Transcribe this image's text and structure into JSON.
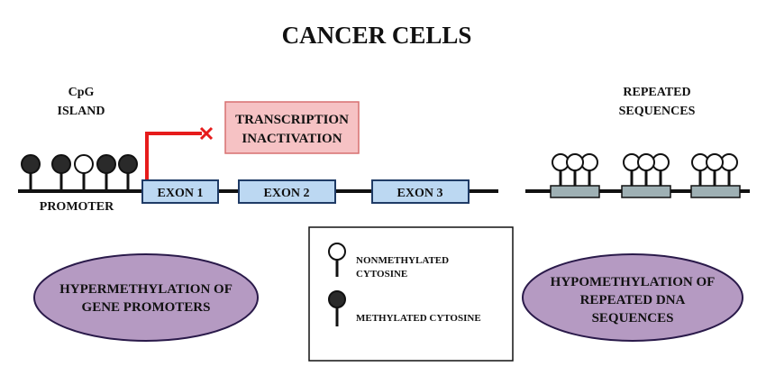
{
  "title": "CANCER CELLS",
  "cpg_island": {
    "line1": "CpG",
    "line2": "ISLAND"
  },
  "promoter_label": "PROMOTER",
  "exons": [
    "EXON 1",
    "EXON 2",
    "EXON 3"
  ],
  "transcription_box": {
    "line1": "TRANSCRIPTION",
    "line2": "INACTIVATION"
  },
  "repeated_sequences": {
    "line1": "REPEATED",
    "line2": "SEQUENCES"
  },
  "hypermethylation": {
    "line1": "HYPERMETHYLATION OF",
    "line2": "GENE PROMOTERS"
  },
  "hypomethylation": {
    "line1": "HYPOMETHYLATION OF",
    "line2": "REPEATED DNA",
    "line3": "SEQUENCES"
  },
  "legend": {
    "nonmethylated_line1": "NONMETHYLATED",
    "nonmethylated_line2": "CYTOSINE",
    "methylated": "METHYLATED CYTOSINE"
  },
  "promoter_cytosines": [
    "methylated",
    "methylated",
    "nonmethylated",
    "methylated",
    "methylated"
  ],
  "colors": {
    "exon_fill": "#bcd8f2",
    "exon_stroke": "#1f3b66",
    "repeat_fill": "#9eb0b4",
    "oval_fill": "#b59ac2",
    "oval_stroke": "#2a1a4a",
    "transcription_fill": "#f6c2c4",
    "transcription_stroke": "#d77070",
    "arrow_red": "#e61b1b",
    "methylated_fill": "#2a2a2a"
  }
}
